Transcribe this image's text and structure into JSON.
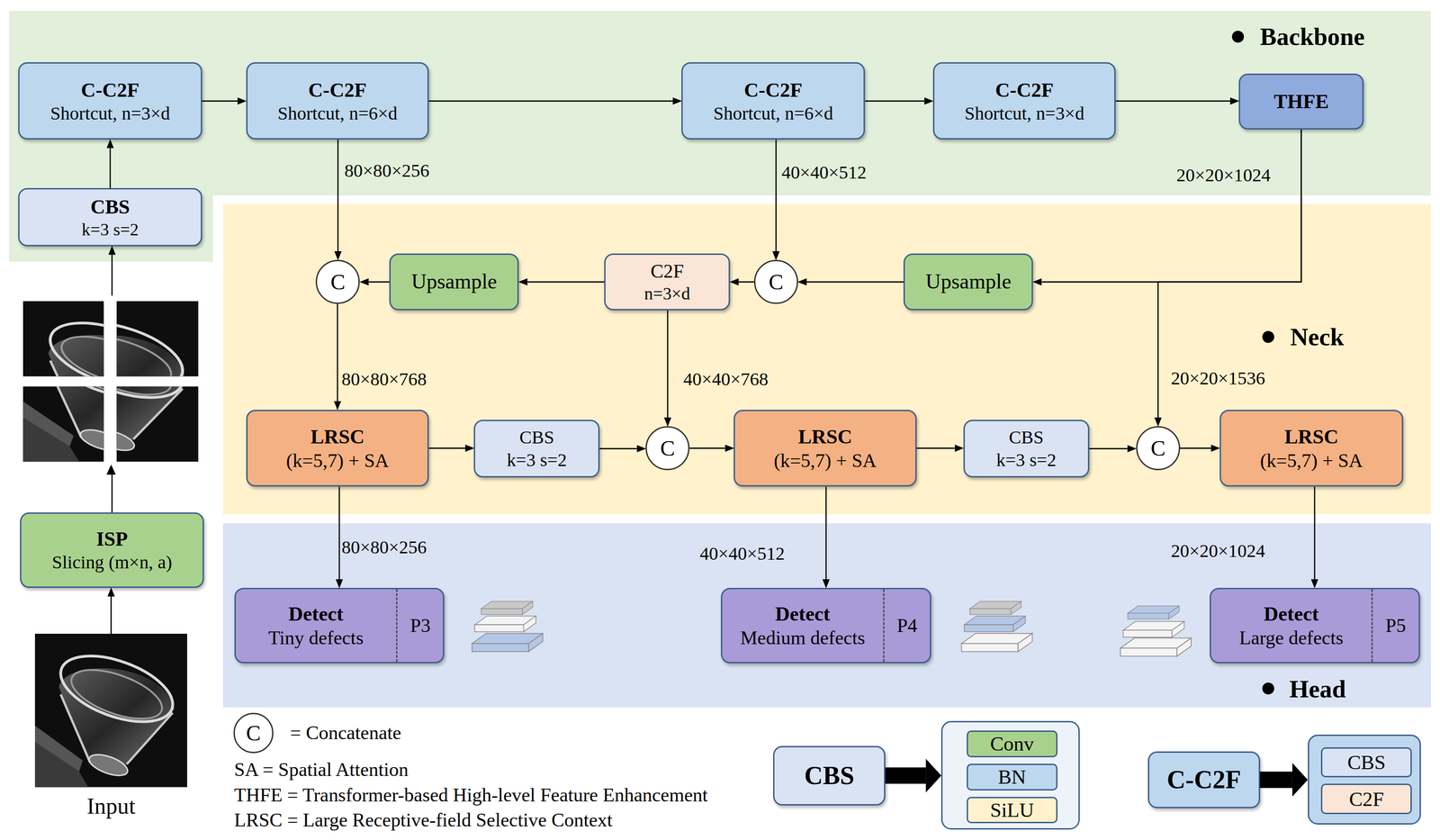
{
  "diagram": {
    "nodes": [
      {
        "text": [
          "Backbone"
        ]
      },
      {
        "text": [
          "C-C2F",
          "Shortcut, n=3×d"
        ],
        "in": 0
      },
      {
        "text": [
          "C-C2F",
          "Shortcut, n=6×d"
        ],
        "in": 0
      },
      {
        "text": [
          "C-C2F",
          "Shortcut, n=6×d"
        ],
        "in": 0
      },
      {
        "text": [
          "C-C2F",
          "Shortcut, n=3×d"
        ],
        "in": 0
      },
      {
        "text": [
          "THFE"
        ],
        "in": 0
      },
      {
        "text": [
          "CBS",
          "k=3 s=2"
        ],
        "in": 0
      },
      {
        "text": [
          "Neck"
        ]
      },
      {
        "text": [
          "C"
        ],
        "in": 7
      },
      {
        "text": [
          "Upsample"
        ],
        "in": 7
      },
      {
        "text": [
          "C2F",
          "n=3×d"
        ],
        "in": 7
      },
      {
        "text": [
          "C"
        ],
        "in": 7
      },
      {
        "text": [
          "Upsample"
        ],
        "in": 7
      },
      {
        "text": [
          "LRSC",
          "(k=5,7) + SA"
        ],
        "in": 7
      },
      {
        "text": [
          "CBS",
          "k=3 s=2"
        ],
        "in": 7
      },
      {
        "text": [
          "C"
        ],
        "in": 7
      },
      {
        "text": [
          "LRSC",
          "(k=5,7) + SA"
        ],
        "in": 7
      },
      {
        "text": [
          "CBS",
          "k=3 s=2"
        ],
        "in": 7
      },
      {
        "text": [
          "C"
        ],
        "in": 7
      },
      {
        "text": [
          "LRSC",
          "(k=5,7) + SA"
        ],
        "in": 7
      },
      {
        "text": [
          "Head"
        ]
      },
      {
        "text": [
          "Detect",
          "Tiny defects",
          "P3"
        ],
        "in": 20
      },
      {
        "text": [
          "Detect",
          "Medium defects",
          "P4"
        ],
        "in": 20
      },
      {
        "text": [
          "Detect",
          "Large defects",
          "P5"
        ],
        "in": 20
      },
      {
        "text": [
          "ISP",
          "Slicing (m×n, a)"
        ]
      },
      {
        "text": [
          "Input"
        ]
      },
      {
        "text": [
          "CBS"
        ]
      },
      {
        "text": []
      },
      {
        "text": [
          "Conv"
        ],
        "in": 27
      },
      {
        "text": [
          "BN"
        ],
        "in": 27
      },
      {
        "text": [
          "SiLU"
        ],
        "in": 27
      },
      {
        "text": [
          "C-C2F"
        ]
      },
      {
        "text": []
      },
      {
        "text": [
          "CBS"
        ],
        "in": 32
      },
      {
        "text": [
          "C2F"
        ],
        "in": 32
      }
    ],
    "edges": [
      {
        "from": 25,
        "to": 24,
        "arrow": "to"
      },
      {
        "from": 24,
        "to": 6,
        "arrow": "to"
      },
      {
        "from": 6,
        "to": 1,
        "arrow": "to"
      },
      {
        "from": 1,
        "to": 2,
        "arrow": "to"
      },
      {
        "from": 2,
        "to": 3,
        "arrow": "to"
      },
      {
        "from": 3,
        "to": 4,
        "arrow": "to"
      },
      {
        "from": 4,
        "to": 5,
        "arrow": "to"
      },
      {
        "from": 2,
        "to": 8,
        "label": "80×80×256",
        "arrow": "to"
      },
      {
        "from": 3,
        "to": 11,
        "label": "40×40×512",
        "arrow": "to"
      },
      {
        "from": 5,
        "to": 12,
        "label": "20×20×1024",
        "arrow": "to"
      },
      {
        "from": 5,
        "to": 18,
        "label": "20×20×1536",
        "arrow": "to"
      },
      {
        "from": 12,
        "to": 11,
        "arrow": "to"
      },
      {
        "from": 11,
        "to": 10,
        "arrow": "to"
      },
      {
        "from": 10,
        "to": 9,
        "arrow": "to"
      },
      {
        "from": 9,
        "to": 8,
        "arrow": "to"
      },
      {
        "from": 8,
        "to": 13,
        "label": "80×80×768",
        "arrow": "to"
      },
      {
        "from": 10,
        "to": 15,
        "label": "40×40×768",
        "arrow": "to"
      },
      {
        "from": 13,
        "to": 14,
        "arrow": "to"
      },
      {
        "from": 14,
        "to": 15,
        "arrow": "to"
      },
      {
        "from": 15,
        "to": 16,
        "arrow": "to"
      },
      {
        "from": 16,
        "to": 17,
        "arrow": "to"
      },
      {
        "from": 17,
        "to": 18,
        "arrow": "to"
      },
      {
        "from": 18,
        "to": 19,
        "arrow": "to"
      },
      {
        "from": 13,
        "to": 21,
        "label": "80×80×256",
        "arrow": "to"
      },
      {
        "from": 16,
        "to": 22,
        "label": "40×40×512",
        "arrow": "to"
      },
      {
        "from": 19,
        "to": 23,
        "label": "20×20×1024",
        "arrow": "to"
      },
      {
        "from": 26,
        "to": 27,
        "arrow": "to"
      },
      {
        "from": 31,
        "to": 32,
        "arrow": "to"
      }
    ],
    "labels": [
      "C",
      "SA = Spatial Attention",
      "THFE = Transformer-based High-level Feature Enhancement",
      "LRSC = Large Receptive-field Selective Context"
    ],
    "legend": [
      {
        "text": "= Concatenate"
      }
    ]
  }
}
